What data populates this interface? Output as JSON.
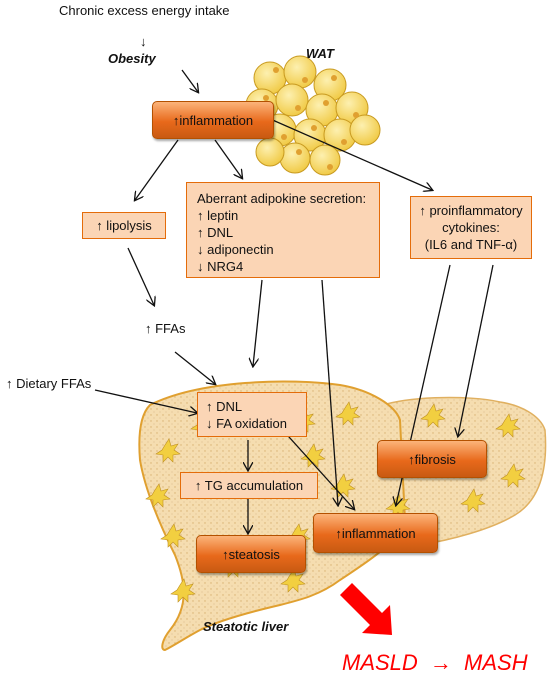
{
  "top_text": "Chronic excess energy intake",
  "down_arrow": "↓",
  "obesity": "Obesity",
  "wat": "WAT",
  "wat_inflammation": "↑inflammation",
  "lipolysis": "↑ lipolysis",
  "adipokine": {
    "title": "Aberrant adipokine secretion:",
    "items": [
      "↑ leptin",
      "↑ DNL",
      "↓ adiponectin",
      "↓ NRG4"
    ]
  },
  "cytokines": {
    "lines": [
      "↑ proinflammatory",
      "cytokines:",
      "(IL6 and TNF-α)"
    ]
  },
  "ffas": "↑ FFAs",
  "dietary_ffas": "↑ Dietary FFAs",
  "dnl_box": {
    "lines": [
      "↑ DNL",
      "↓ FA oxidation"
    ]
  },
  "tg_accumulation": "↑ TG accumulation",
  "steatosis": "↑steatosis",
  "fibrosis": "↑fibrosis",
  "liver_inflammation": "↑inflammation",
  "steatotic_liver": "Steatotic liver",
  "masld": "MASLD",
  "arrow_right": "→",
  "mash": "MASH",
  "colors": {
    "box_fill": "#fbd5b5",
    "box_border": "#e46c0a",
    "pill_fill": "#e8691b",
    "liver_fill": "#f5ddb0",
    "liver_border": "#e0a030",
    "wat_fill": "#f7d56a",
    "accent_red": "#ff0000"
  }
}
